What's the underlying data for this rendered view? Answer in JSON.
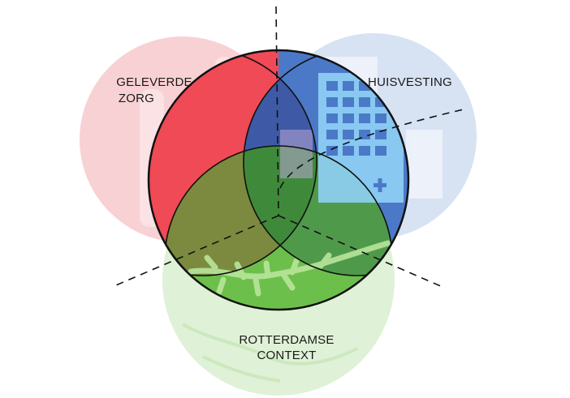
{
  "diagram": {
    "labels": {
      "care": [
        "GELEVERDE",
        "ZORG"
      ],
      "housing": [
        "HUISVESTING"
      ],
      "context": [
        "ROTTERDAMSE",
        "CONTEXT"
      ]
    },
    "colors": {
      "care_faded": "#f7c9cc",
      "housing_faded": "#d3dff2",
      "context_faded": "#dcefd2",
      "care": "#ef4a55",
      "housing": "#4b79c8",
      "context": "#6dbf4b",
      "care_housing": "#3e5aa6",
      "care_context": "#7b8a3e",
      "housing_context": "#4f9a4a",
      "center": "#3f8a3a",
      "outline": "#111111"
    }
  }
}
